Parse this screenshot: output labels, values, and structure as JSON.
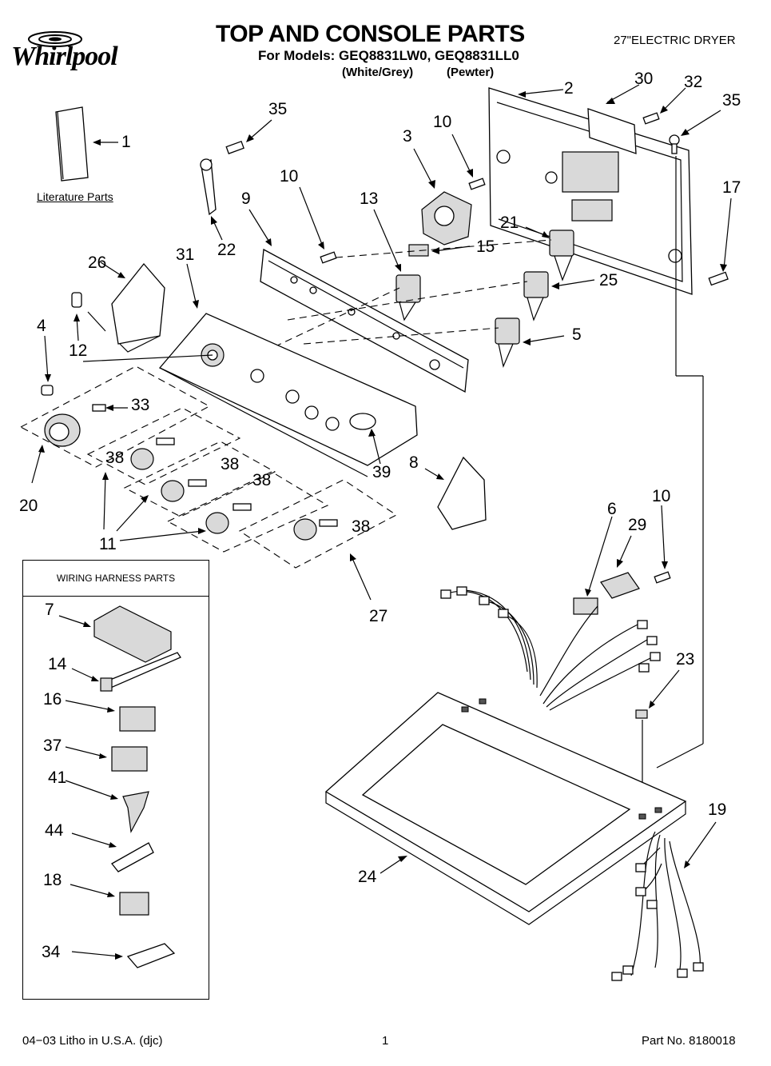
{
  "header": {
    "brand": "Whirlpool",
    "title": "TOP AND CONSOLE PARTS",
    "product": "27\"ELECTRIC DRYER",
    "models": "For Models: GEQ8831LW0, GEQ8831LL0",
    "variant_white": "(White/Grey)",
    "variant_pewter": "(Pewter)"
  },
  "literature_label": "Literature Parts",
  "harness_title": "WIRING HARNESS PARTS",
  "callouts": {
    "c1": "1",
    "c2": "2",
    "c3": "3",
    "c4": "4",
    "c5": "5",
    "c6": "6",
    "c7": "7",
    "c8": "8",
    "c9": "9",
    "c10a": "10",
    "c10b": "10",
    "c10c": "10",
    "c11": "11",
    "c12": "12",
    "c13": "13",
    "c14": "14",
    "c15": "15",
    "c16": "16",
    "c17": "17",
    "c18": "18",
    "c19": "19",
    "c20": "20",
    "c21": "21",
    "c22": "22",
    "c23": "23",
    "c24": "24",
    "c25": "25",
    "c26": "26",
    "c27": "27",
    "c29": "29",
    "c30": "30",
    "c31": "31",
    "c32": "32",
    "c33": "33",
    "c34": "34",
    "c35a": "35",
    "c35b": "35",
    "c37": "37",
    "c38a": "38",
    "c38b": "38",
    "c38c": "38",
    "c38d": "38",
    "c39": "39",
    "c41": "41",
    "c44": "44"
  },
  "footer": {
    "left": "04−03 Litho in U.S.A. (djc)",
    "page": "1",
    "part_no": "Part No. 8180018"
  }
}
